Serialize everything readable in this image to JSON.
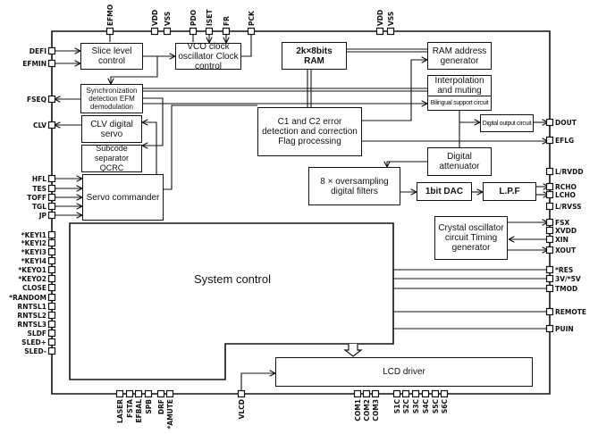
{
  "blocks": {
    "slice": "Slice level control",
    "vco": "VCO clock oscillator Clock control",
    "ram": "2k×8bits RAM",
    "ram_addr": "RAM address generator",
    "interp": "Interpolation and muting",
    "bilingual": "Bilingual support circuit",
    "sync": "Synchronization detection EFM demodulation",
    "clv": "CLV digital servo",
    "subcode": "Subcode separator QCRC",
    "servo": "Servo commander",
    "c1c2": "C1 and C2 error detection and correction Flag processing",
    "dig_out": "Digital output circuit",
    "dig_att": "Digital attenuator",
    "oversampling": "8 × oversampling digital filters",
    "dac": "1bit DAC",
    "lpf": "L.P.F",
    "crystal": "Crystal oscillator circuit Timing generator",
    "system": "System control",
    "lcd": "LCD driver"
  },
  "pins": {
    "top": [
      "EFMO",
      "VDD",
      "VSS",
      "PDO",
      "ISET",
      "FR",
      "PCK",
      "VDD",
      "VSS"
    ],
    "left": [
      "DEFI",
      "EFMIN",
      "FSEQ",
      "CLV",
      "HFL",
      "TES",
      "TOFF",
      "TGL",
      "JP",
      "*KEYI1",
      "*KEYI2",
      "*KEYI3",
      "*KEYI4",
      "*KEYO1",
      "*KEYO2",
      "CLOSE",
      "*RANDOM",
      "RNTSL1",
      "RNTSL2",
      "RNTSL3",
      "SLDF",
      "SLED+",
      "SLED-"
    ],
    "right": [
      "DOUT",
      "EFLG",
      "L/RVDD",
      "RCHO",
      "LCHO",
      "L/RVSS",
      "FSX",
      "XVDD",
      "XIN",
      "XOUT",
      "*RES",
      "3V/*5V",
      "TMOD",
      "REMOTE",
      "PUIN"
    ],
    "bottom": [
      "LASER",
      "FSTA",
      "EFBAL",
      "SPB",
      "DRF",
      "*AMUTE",
      "VLCD",
      "COM1",
      "COM2",
      "COM3",
      "S1C",
      "S2C",
      "S3C",
      "S4C",
      "S5C",
      "S6C"
    ]
  },
  "colors": {
    "line": "#111111",
    "background": "#ffffff"
  }
}
